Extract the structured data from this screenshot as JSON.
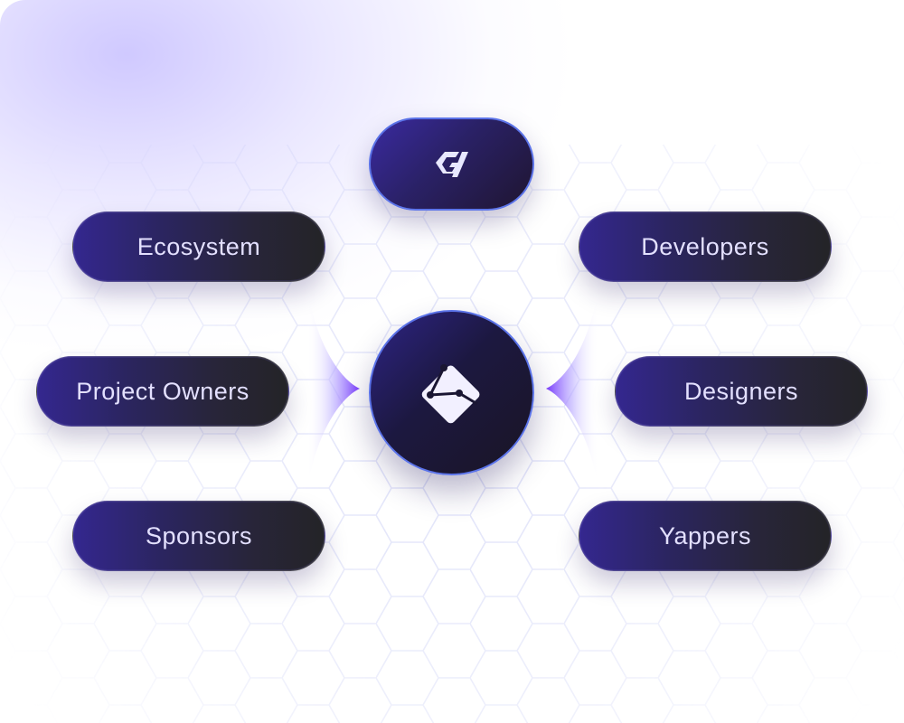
{
  "nodes": {
    "ecosystem": "Ecosystem",
    "developers": "Developers",
    "project_owners": "Project Owners",
    "designers": "Designers",
    "sponsors": "Sponsors",
    "yappers": "Yappers"
  },
  "icons": {
    "top": "brand-logo-icon",
    "center": "hub-logo-icon"
  },
  "colors": {
    "pill_start": "#34278f",
    "pill_end": "#242427",
    "border_accent": "#5b73e8",
    "text": "#e3e0ff",
    "glow": "#7b3cff"
  }
}
